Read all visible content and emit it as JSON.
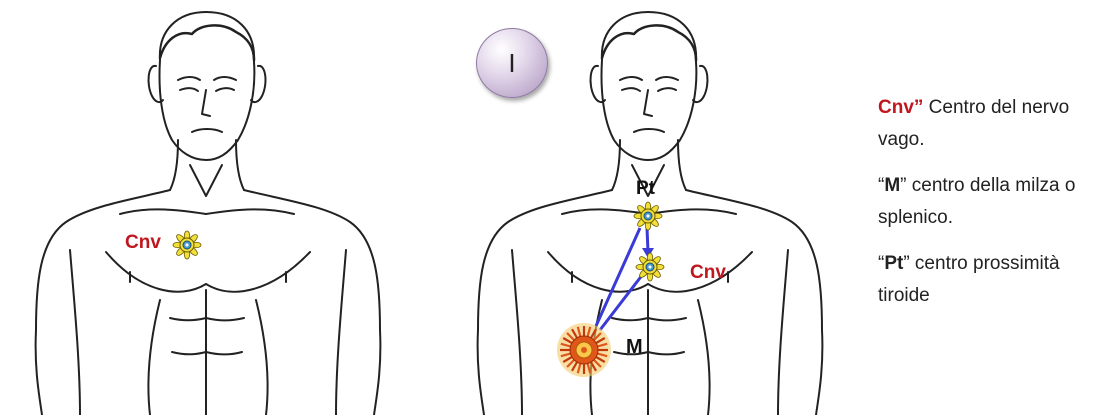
{
  "badge": {
    "label": "I"
  },
  "left_figure": {
    "cnv_label": "Cnv"
  },
  "right_figure": {
    "pt_label": "Pt",
    "cnv_label": "Cnv",
    "m_label": "M"
  },
  "legend": {
    "items": [
      {
        "key": "Cnv",
        "key_suffix": "”",
        "open_quote": "",
        "close_quote": "",
        "text": " Centro del nervo vago."
      },
      {
        "key": "M",
        "key_suffix": "",
        "open_quote": "“",
        "close_quote": "”",
        "text": " centro della milza o splenico."
      },
      {
        "key": "Pt",
        "key_suffix": "",
        "open_quote": "“",
        "close_quote": "”",
        "text": " centro prossimità tiroide"
      }
    ]
  },
  "colors": {
    "label_red": "#c0161e",
    "arrow_blue": "#3a3ad6",
    "chakra_yellow": "#f2e03a",
    "spleen_orange": "#e0571a"
  }
}
